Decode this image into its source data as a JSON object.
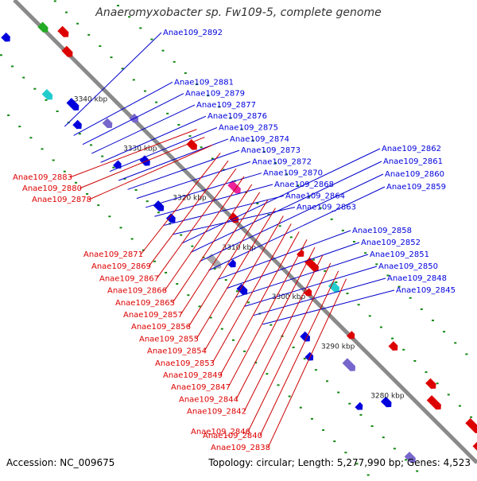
{
  "title": "Anaeromyxobacter sp. Fw109-5, complete genome",
  "accession": "Accession: NC_009675",
  "topology": "Topology: circular; Length: 5,277,990 bp; Genes: 4,523",
  "colors": {
    "backbone": "#8a8a8a",
    "forward_strand": "#0000dd",
    "reverse_strand": "#dd0000",
    "tick": "#118811",
    "leader": "#0000cc",
    "leader_rev": "#cc0000"
  },
  "kbp_ticks": [
    "3340 kbp",
    "3330 kbp",
    "3320 kbp",
    "3310 kbp",
    "3300 kbp",
    "3290 kbp",
    "3280 kbp"
  ],
  "forward_labels": [
    "Anae109_2892",
    "Anae109_2881",
    "Anae109_2879",
    "Anae109_2877",
    "Anae109_2876",
    "Anae109_2875",
    "Anae109_2874",
    "Anae109_2873",
    "Anae109_2872",
    "Anae109_2870",
    "Anae109_2868",
    "Anae109_2864",
    "Anae109_2863",
    "Anae109_2862",
    "Anae109_2861",
    "Anae109_2860",
    "Anae109_2859",
    "Anae109_2858",
    "Anae109_2852",
    "Anae109_2851",
    "Anae109_2850",
    "Anae109_2848",
    "Anae109_2845"
  ],
  "reverse_labels": [
    "Anae109_2883",
    "Anae109_2880",
    "Anae109_2878",
    "Anae109_2871",
    "Anae109_2869",
    "Anae109_2867",
    "Anae109_2866",
    "Anae109_2865",
    "Anae109_2857",
    "Anae109_2856",
    "Anae109_2855",
    "Anae109_2854",
    "Anae109_2853",
    "Anae109_2849",
    "Anae109_2847",
    "Anae109_2844",
    "Anae109_2842",
    "Anae109_2846",
    "Anae109_2840",
    "Anae109_2838"
  ]
}
